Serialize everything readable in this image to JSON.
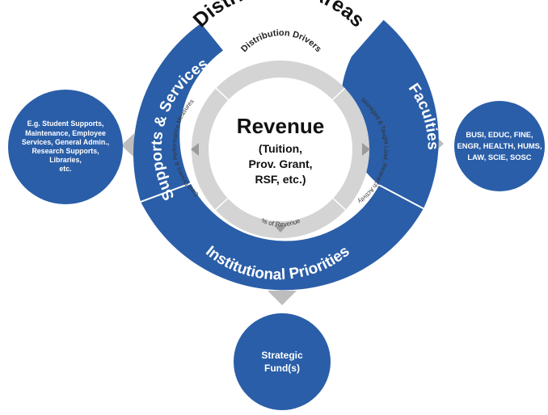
{
  "title": "Distribution Areas",
  "segments": {
    "left": "Supports & Services",
    "right": "Faculties",
    "bottom": "Institutional Priorities"
  },
  "drivers": {
    "top": "Distribution Drivers",
    "left": "Cost Drivers & Performance Measures",
    "right": "Managed & Taught Load, Research Activity",
    "bottom": "% of Revenue"
  },
  "center": {
    "title": "Revenue",
    "lines": [
      "(Tuition,",
      "Prov. Grant,",
      "RSF, etc.)"
    ]
  },
  "satellites": {
    "left": "E.g. Student Supports,\nMaintenance, Employee\nServices, General Admin.,\nResearch Supports,\nLibraries,\netc.",
    "right": "BUSI, EDUC, FINE,\nENGR, HEALTH, HUMS,\nLAW, SCIE, SOSC",
    "bottom": "Strategic\nFund(s)"
  },
  "colors": {
    "blue": "#2a5ea8",
    "gray_ring": "#d4d4d4",
    "arrow_gray": "#bdbdbd",
    "title": "#111111"
  }
}
